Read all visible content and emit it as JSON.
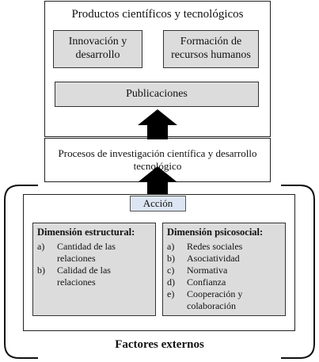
{
  "products": {
    "title": "Productos científicos y tecnológicos",
    "innovation": "Innovación y\ndesarrollo",
    "training": "Formación de\nrecursos humanos",
    "publications": "Publicaciones"
  },
  "processes": "Procesos de investigación científica y desarrollo\ntecnológico",
  "action": "Acción",
  "structural": {
    "title": "Dimensión estructural:",
    "items": [
      {
        "letter": "a)",
        "text": "Cantidad de las\nrelaciones"
      },
      {
        "letter": "b)",
        "text": "Calidad de las\nrelaciones"
      }
    ]
  },
  "psychosocial": {
    "title": "Dimensión psicosocial:",
    "items": [
      {
        "letter": "a)",
        "text": "Redes sociales"
      },
      {
        "letter": "b)",
        "text": "Asociatividad"
      },
      {
        "letter": "c)",
        "text": "Normativa"
      },
      {
        "letter": "d)",
        "text": "Confianza"
      },
      {
        "letter": "e)",
        "text": "Cooperación y\ncolaboración"
      }
    ]
  },
  "external": "Factores externos",
  "colors": {
    "box_fill": "#dcdcdc",
    "action_fill": "#dce6f2",
    "arrow": "#000000"
  }
}
